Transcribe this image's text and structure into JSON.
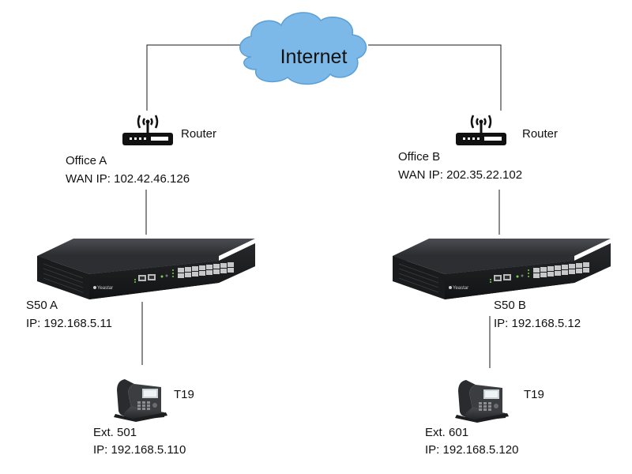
{
  "internet": {
    "label": "Internet"
  },
  "office_a": {
    "router_label": "Router",
    "office_name": "Office A",
    "wan_ip": "WAN IP: 102.42.46.126",
    "pbx_name": "S50 A",
    "pbx_ip": "IP: 192.168.5.11",
    "phone_model": "T19",
    "ext": "Ext. 501",
    "phone_ip": "IP: 192.168.5.110"
  },
  "office_b": {
    "router_label": "Router",
    "office_name": "Office B",
    "wan_ip": "WAN IP: 202.35.22.102",
    "pbx_name": "S50 B",
    "pbx_ip": "IP: 192.168.5.12",
    "phone_model": "T19",
    "ext": "Ext. 601",
    "phone_ip": "IP: 192.168.5.120"
  },
  "pbx_brand": "Yeastar",
  "colors": {
    "cloud_fill": "#7db9e8",
    "cloud_stroke": "#5a9fd6",
    "device_body": "#1e1f21",
    "device_top": "#33363a",
    "line": "#1a1a1a"
  }
}
